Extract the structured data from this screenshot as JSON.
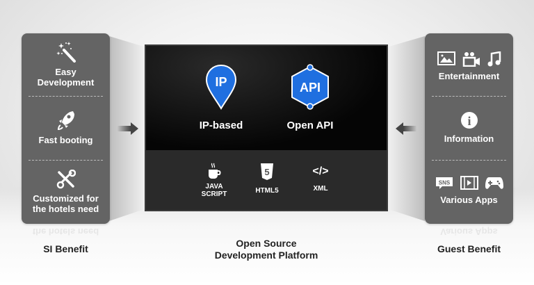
{
  "si_panel": {
    "items": [
      {
        "label_1": "Easy",
        "label_2": "Development",
        "icon": "magic-wand-icon"
      },
      {
        "label": "Fast booting",
        "icon": "rocket-icon"
      },
      {
        "label_1": "Customized for",
        "label_2": "the hotels need",
        "icon": "tools-icon"
      }
    ],
    "caption": "SI Benefit"
  },
  "platform": {
    "features": [
      {
        "label": "IP-based",
        "badge": "IP",
        "icon": "map-pin-icon"
      },
      {
        "label": "Open API",
        "badge": "API",
        "icon": "hexagon-icon"
      }
    ],
    "tech": [
      {
        "label_1": "JAVA",
        "label_2": "SCRIPT",
        "icon": "coffee-cup-icon"
      },
      {
        "label": "HTML5",
        "badge": "5",
        "icon": "html5-shield-icon"
      },
      {
        "label": "XML",
        "badge": "</>",
        "icon": "code-icon"
      }
    ],
    "caption_1": "Open Source",
    "caption_2": "Development Platform"
  },
  "guest_panel": {
    "items": [
      {
        "label": "Entertainment",
        "icons": [
          "image-icon",
          "video-camera-icon",
          "music-note-icon"
        ]
      },
      {
        "label": "Information",
        "icon": "info-icon",
        "badge": "i"
      },
      {
        "label": "Various Apps",
        "icons": [
          "sns-icon",
          "film-icon",
          "gamepad-icon"
        ],
        "sns_text": "SNS"
      }
    ],
    "caption": "Guest Benefit"
  },
  "colors": {
    "panel": "#646464",
    "accent": "#1f6fe0",
    "screen": "#050505"
  }
}
